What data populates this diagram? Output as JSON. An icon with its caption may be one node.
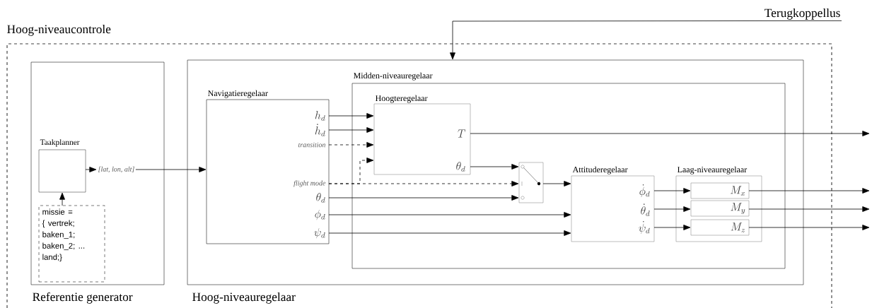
{
  "diagram": {
    "nodes": [
      {
        "text": [
          "Hoog-niveaucontrole"
        ]
      },
      {
        "text": [
          "Referentie generator"
        ],
        "in": 0
      },
      {
        "text": [
          "Taakplanner"
        ],
        "in": 1
      },
      {
        "text": [
          "missie = { vertrek; baken_1; baken_2; ... land;}"
        ],
        "in": 1
      },
      {
        "text": [
          "[lat, lon, alt]"
        ],
        "in": 1
      },
      {
        "text": [
          "Hoog-niveauregelaar"
        ],
        "in": 0
      },
      {
        "text": [
          "Navigatieregelaar",
          "h_d",
          "\\dot{h}_d",
          "transition",
          "flight mode",
          "\\theta_d",
          "\\phi_d",
          "\\psi_d"
        ],
        "in": 5
      },
      {
        "text": [
          "Midden-niveauregelaar"
        ],
        "in": 5
      },
      {
        "text": [
          "Hoogteregelaar",
          "T",
          "\\theta_d"
        ],
        "in": 7
      },
      {
        "text": [],
        "shape": "box",
        "in": 7
      },
      {
        "text": [
          "Attituderegelaar",
          "\\dot{\\phi}_d",
          "\\dot{\\theta}_d",
          "\\dot{\\psi}_d"
        ],
        "in": 7
      },
      {
        "text": [
          "Laag-niveauregelaar"
        ],
        "in": 7
      },
      {
        "text": [
          "M_x"
        ],
        "in": 11
      },
      {
        "text": [
          "M_y"
        ],
        "in": 11
      },
      {
        "text": [
          "M_z"
        ],
        "in": 11
      },
      {
        "text": [
          "Terugkoppellus"
        ]
      }
    ],
    "edges": [
      {
        "from": 3,
        "to": 2,
        "arrow": "to"
      },
      {
        "from": 2,
        "to": 4,
        "arrow": "to"
      },
      {
        "from": 4,
        "to": 6,
        "arrow": "to"
      },
      {
        "from": 15,
        "to": 5,
        "arrow": "to"
      },
      {
        "from": 6,
        "to": 8,
        "arrow": "to"
      },
      {
        "from": 6,
        "to": 8,
        "arrow": "to"
      },
      {
        "from": 6,
        "to": 8,
        "arrow": "to",
        "style": "dashed"
      },
      {
        "from": 6,
        "to": 8,
        "arrow": "to",
        "style": "dashed"
      },
      {
        "from": 6,
        "to": 9,
        "arrow": "to",
        "style": "dashed"
      },
      {
        "from": 6,
        "to": 9,
        "arrow": "to"
      },
      {
        "from": 6,
        "to": 10,
        "arrow": "to"
      },
      {
        "from": 6,
        "to": 10,
        "arrow": "to"
      },
      {
        "from": 8,
        "to": 9,
        "arrow": "to"
      },
      {
        "from": 8,
        "to": null,
        "arrow": "to"
      },
      {
        "from": 9,
        "to": 10,
        "arrow": "to"
      },
      {
        "from": 10,
        "to": 12,
        "arrow": "to"
      },
      {
        "from": 10,
        "to": 13,
        "arrow": "to"
      },
      {
        "from": 10,
        "to": 14,
        "arrow": "to"
      },
      {
        "from": 12,
        "to": null,
        "arrow": "to"
      },
      {
        "from": 13,
        "to": null,
        "arrow": "to"
      },
      {
        "from": 14,
        "to": null,
        "arrow": "to"
      }
    ]
  }
}
